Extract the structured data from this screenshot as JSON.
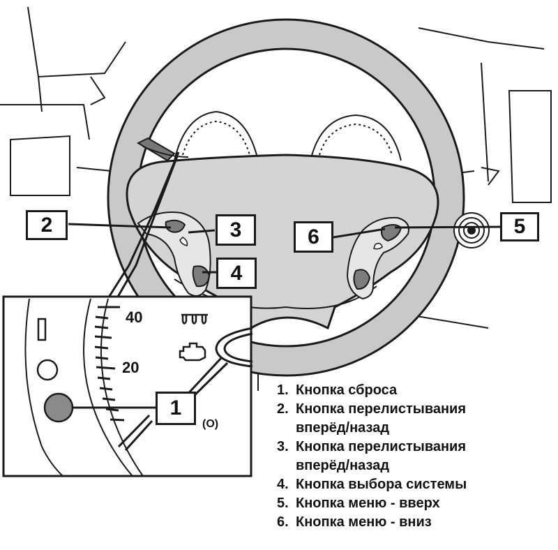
{
  "callouts": [
    {
      "label": "1"
    },
    {
      "label": "2"
    },
    {
      "label": "3"
    },
    {
      "label": "4"
    },
    {
      "label": "5"
    },
    {
      "label": "6"
    }
  ],
  "inset": {
    "gauge_labels": [
      "40",
      "20"
    ],
    "warning_icons": [
      "seatbelt-marks-icon",
      "engine-check-icon",
      "brake-warning-icon"
    ],
    "brake_symbol_text": "(O)",
    "reset_button_color": "#8a8a8a"
  },
  "legend": [
    {
      "num": "1.",
      "text": "Кнопка сброса"
    },
    {
      "num": "2.",
      "text": "Кнопка перелистывания"
    },
    {
      "num": "",
      "text": "вперёд/назад"
    },
    {
      "num": "3.",
      "text": "Кнопка перелистывания"
    },
    {
      "num": "",
      "text": "вперёд/назад"
    },
    {
      "num": "4.",
      "text": "Кнопка выбора системы"
    },
    {
      "num": "5.",
      "text": "Кнопка меню - вверх"
    },
    {
      "num": "6.",
      "text": "Кнопка меню - вниз"
    }
  ],
  "colors": {
    "wheel": "#c9c9c9",
    "wheel_outline": "#1a1a1a",
    "button_fill": "#8a8a8a",
    "hub": "#d4d4d4"
  }
}
